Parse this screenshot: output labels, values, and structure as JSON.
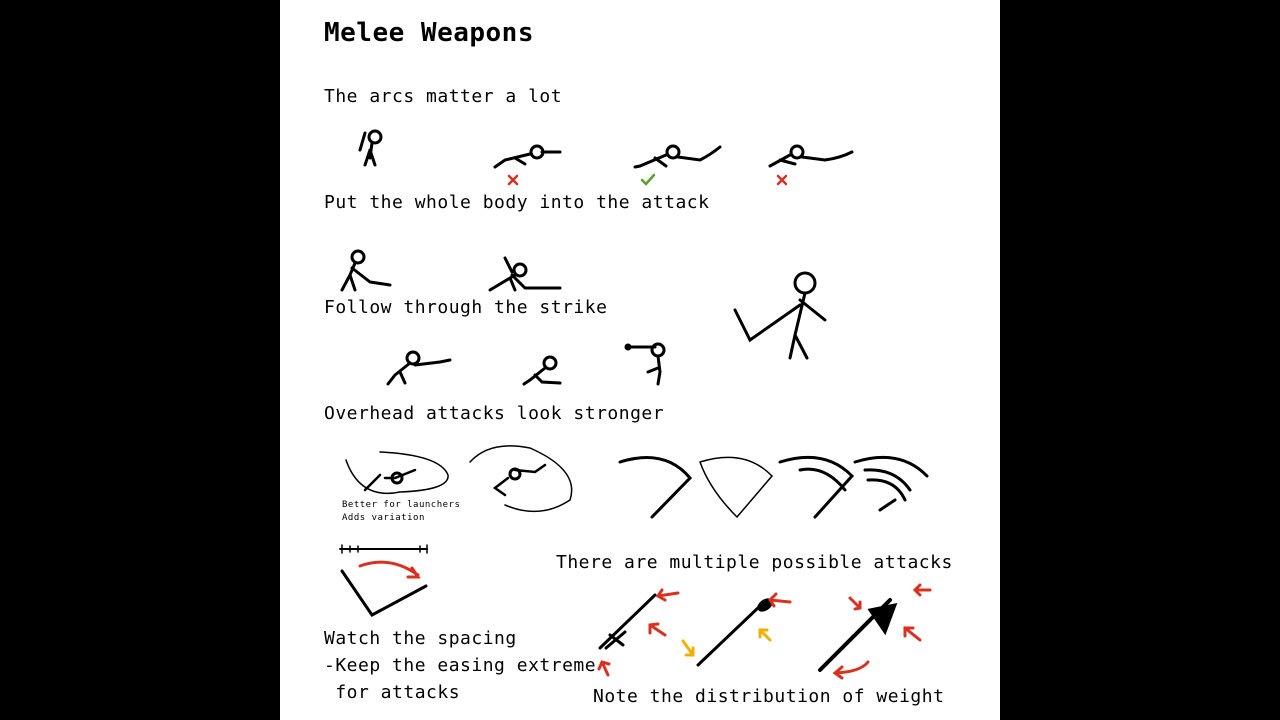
{
  "title": "Melee Weapons",
  "sections": [
    {
      "heading": "The arcs matter a lot"
    },
    {
      "heading": "Put the whole body into the attack"
    },
    {
      "heading": "Follow through the strike"
    },
    {
      "heading": "Overhead attacks look stronger"
    },
    {
      "heading": "There are multiple possible attacks"
    },
    {
      "heading": "Note the distribution of weight"
    }
  ],
  "arc_marks": [
    "cross-mark",
    "check-mark",
    "cross-mark"
  ],
  "colors": {
    "cross": "#d9301f",
    "check": "#5aa02c",
    "arrow_red": "#d9301f",
    "arrow_yellow": "#f0b000"
  },
  "launcher_notes": {
    "line1": "Better for launchers",
    "line2": "Adds variation"
  },
  "spacing": {
    "line1": "Watch the spacing",
    "line2": "-Keep the easing extreme",
    "line3": " for attacks"
  }
}
